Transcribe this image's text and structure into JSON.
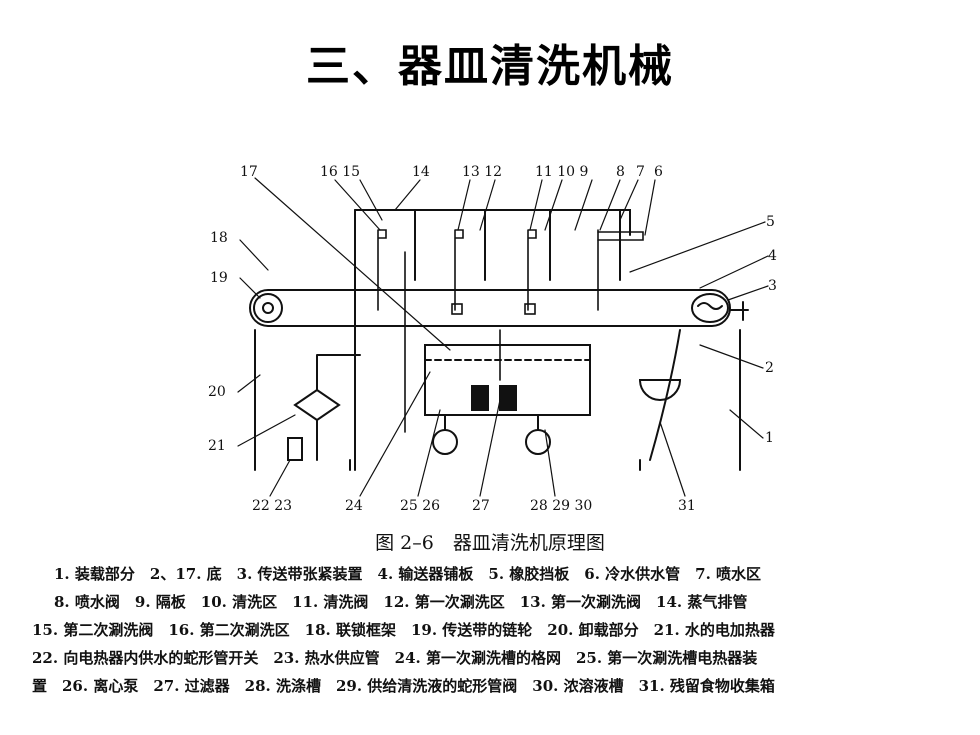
{
  "title": "三、器皿清洗机械",
  "figure": {
    "caption": "图 2–6　器皿清洗机原理图",
    "callouts": [
      "17",
      "16 15",
      "14",
      "13 12",
      "11 10 9",
      "8",
      "7",
      "6",
      "5",
      "18",
      "4",
      "19",
      "3",
      "2",
      "20",
      "1",
      "21",
      "22 23",
      "24",
      "25 26",
      "27",
      "28 29 30",
      "31"
    ],
    "legend_lines": [
      "1. 装载部分　2、17. 底　3. 传送带张紧装置　4. 输送器铺板　5. 橡胶挡板　6. 冷水供水管　7. 喷水区",
      "8. 喷水阀　9. 隔板　10. 清洗区　11. 清洗阀　12. 第一次涮洗区　13. 第一次涮洗阀　14. 蒸气排管",
      "15. 第二次涮洗阀　16. 第二次涮洗区　18. 联锁框架　19. 传送带的链轮　20. 卸载部分　21. 水的电加热器",
      "22. 向电热器内供水的蛇形管开关　23. 热水供应管　24. 第一次涮洗槽的格网　25. 第一次涮洗槽电热器装",
      "置　26. 离心泵　27. 过滤器　28. 洗涤槽　29. 供给清洗液的蛇形管阀　30. 浓溶液槽　31. 残留食物收集箱"
    ]
  }
}
